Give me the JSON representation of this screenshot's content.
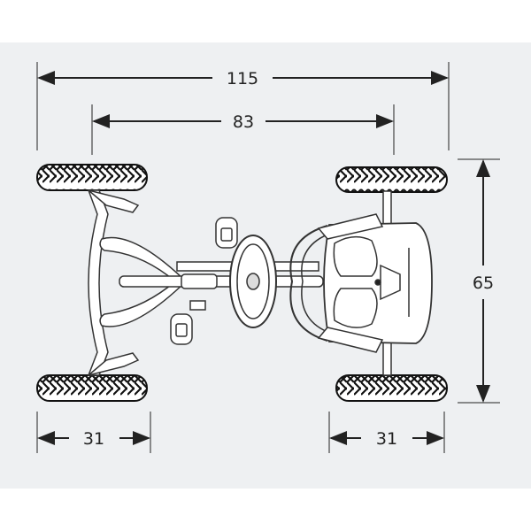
{
  "diagram": {
    "dimensions": {
      "overall_length": "115",
      "wheelbase": "83",
      "width": "65",
      "front_track_depth": "31",
      "rear_track_depth": "31"
    },
    "colors": {
      "background": "#eef0f2",
      "line": "#222222"
    }
  }
}
